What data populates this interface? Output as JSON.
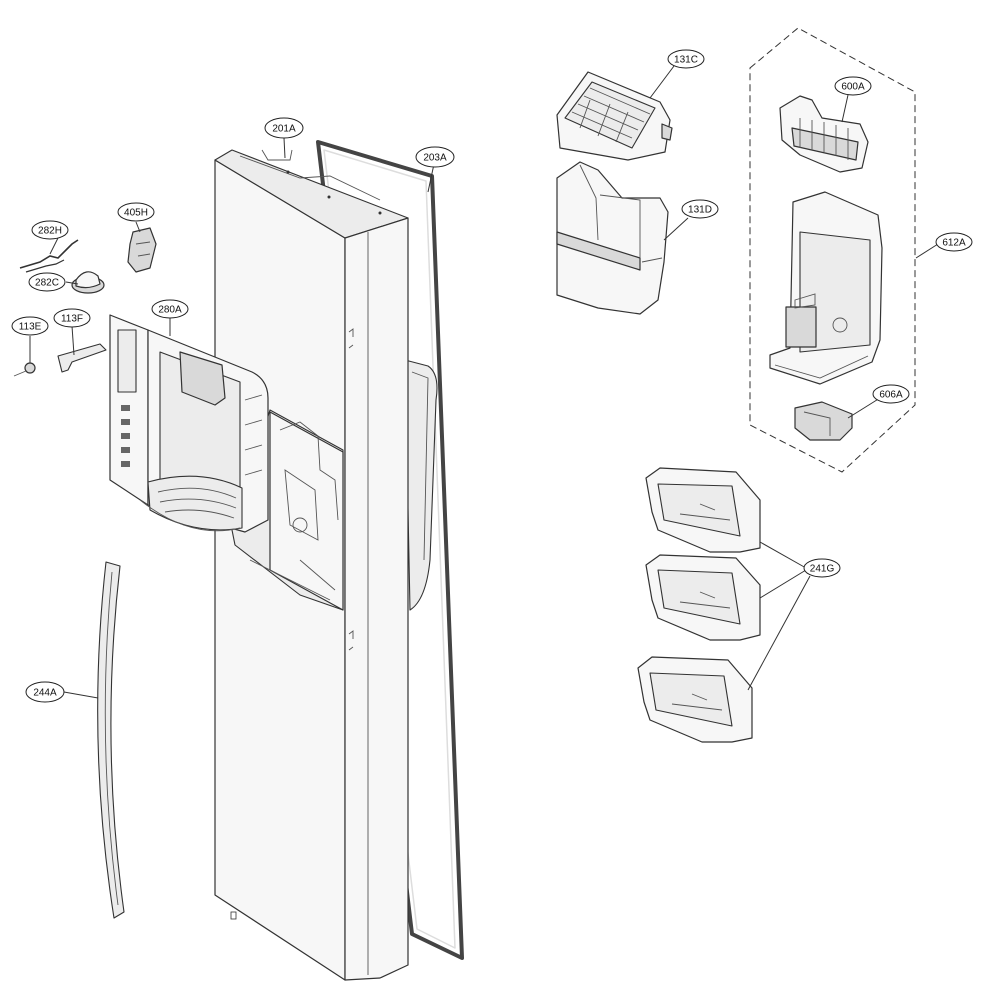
{
  "callouts": [
    {
      "id": "201A",
      "label": "201A"
    },
    {
      "id": "203A",
      "label": "203A"
    },
    {
      "id": "282H",
      "label": "282H"
    },
    {
      "id": "405H",
      "label": "405H"
    },
    {
      "id": "282C",
      "label": "282C"
    },
    {
      "id": "280A",
      "label": "280A"
    },
    {
      "id": "113E",
      "label": "113E"
    },
    {
      "id": "113F",
      "label": "113F"
    },
    {
      "id": "244A",
      "label": "244A"
    },
    {
      "id": "131C",
      "label": "131C"
    },
    {
      "id": "131D",
      "label": "131D"
    },
    {
      "id": "600A",
      "label": "600A"
    },
    {
      "id": "612A",
      "label": "612A"
    },
    {
      "id": "606A",
      "label": "606A"
    },
    {
      "id": "241G",
      "label": "241G"
    }
  ],
  "colors": {
    "line": "#333333",
    "background": "#ffffff"
  }
}
